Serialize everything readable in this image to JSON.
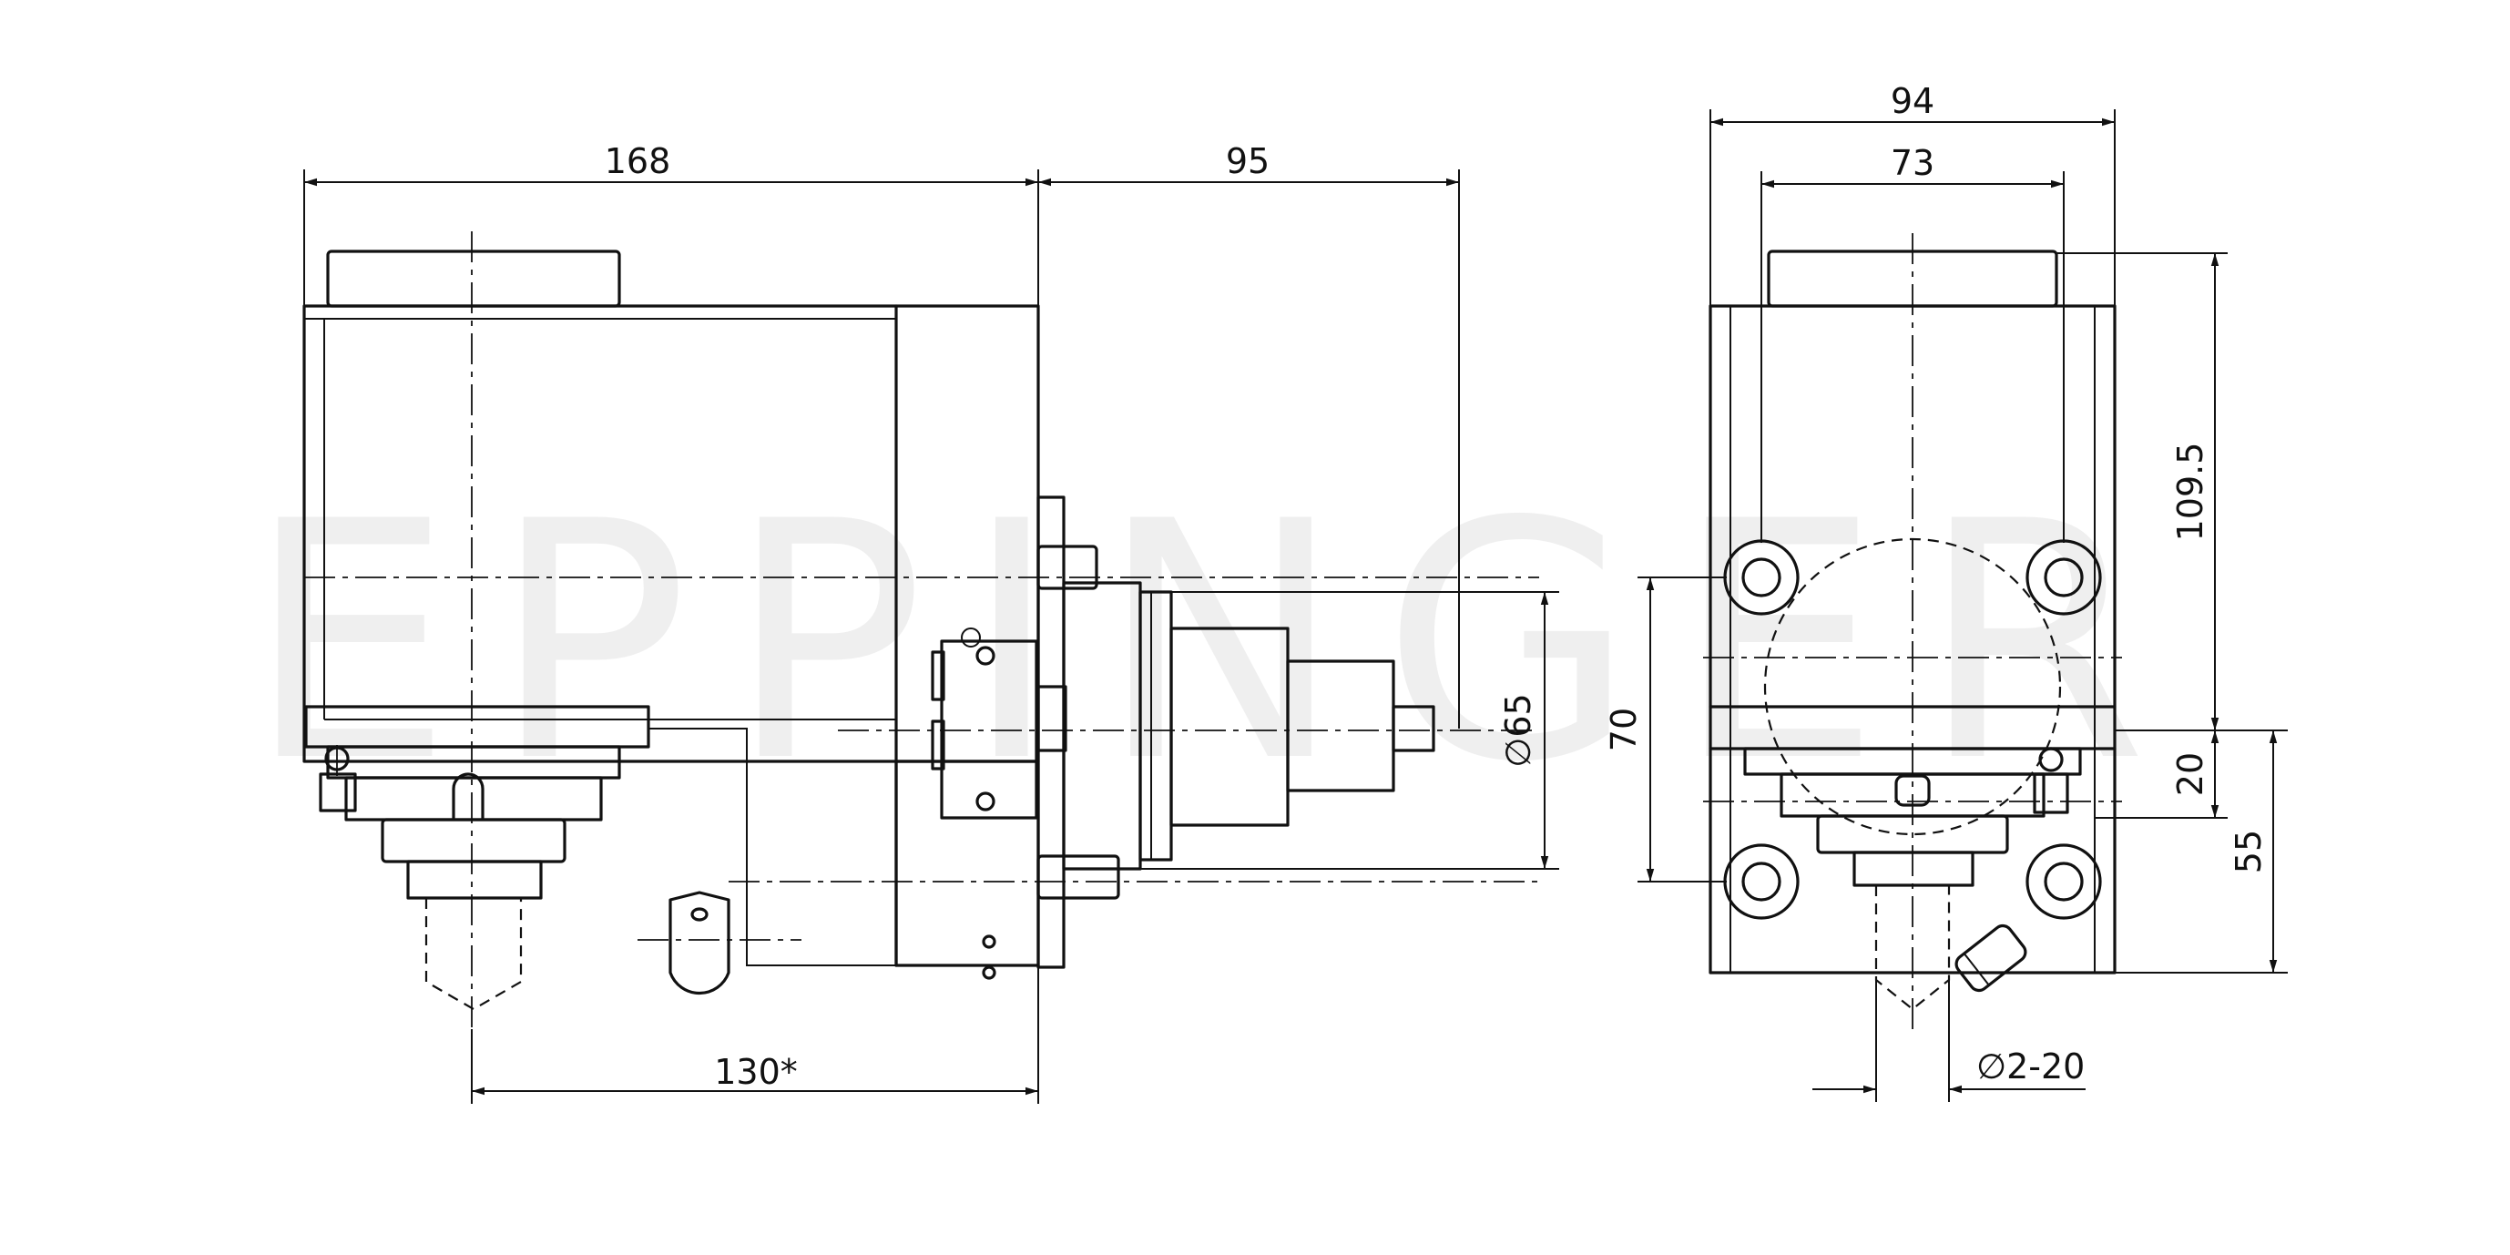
{
  "watermark": "EPPINGER",
  "side_view": {
    "dims": {
      "width_top": "168",
      "extension": "95",
      "diameter": "∅65",
      "bottom": "130*"
    }
  },
  "front_view": {
    "dims": {
      "overall_width": "94",
      "inner_width": "73",
      "height": "109.5",
      "hole_spacing": "70",
      "offset_20": "20",
      "offset_55": "55",
      "collet_range": "∅2-20"
    }
  },
  "colors": {
    "line": "#111111",
    "watermark": "#efefef",
    "background": "#ffffff"
  }
}
